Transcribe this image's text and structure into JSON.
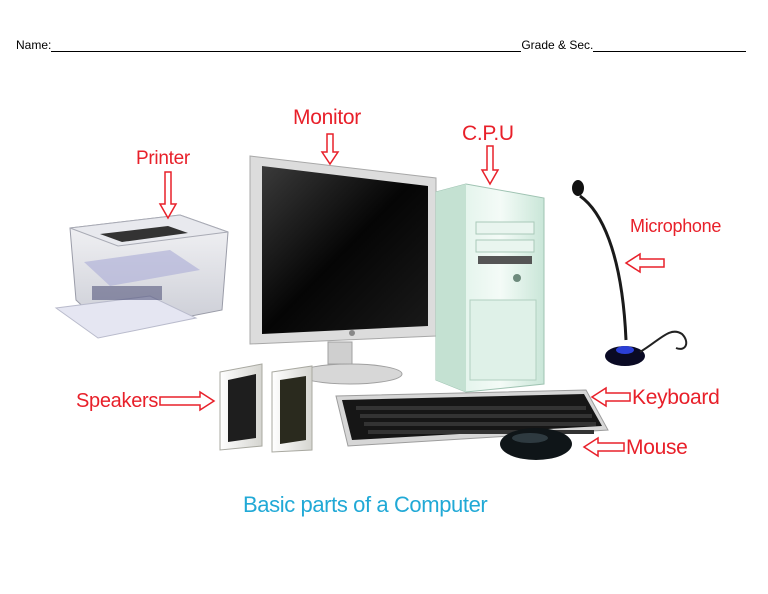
{
  "header": {
    "name_label": "Name:",
    "grade_label": "Grade & Sec."
  },
  "labels": {
    "monitor": "Monitor",
    "cpu": "C.P.U",
    "printer": "Printer",
    "microphone": "Microphone",
    "speakers": "Speakers",
    "keyboard": "Keyboard",
    "mouse": "Mouse"
  },
  "caption": "Basic parts of a Computer",
  "colors": {
    "label": "#e8202a",
    "caption": "#21a9d6"
  }
}
